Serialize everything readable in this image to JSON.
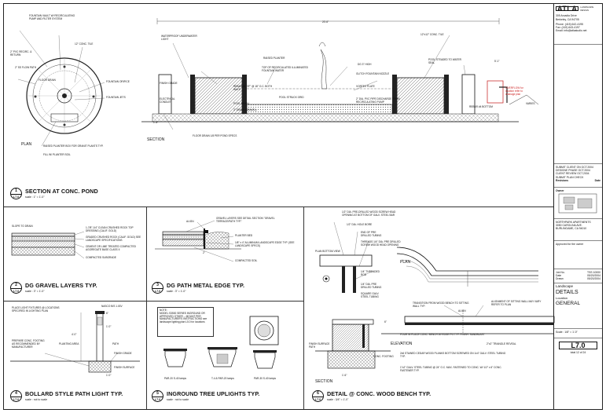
{
  "details": {
    "d1": {
      "num": "1",
      "sheet": "L7.0",
      "title": "SECTION AT CONC. POND",
      "scale": "scale : 1\" = 1'-0\""
    },
    "d2": {
      "num": "2",
      "sheet": "L7.0",
      "title": "DG GRAVEL LAYERS TYP.",
      "scale": "scale : 3\" = 1'-0\""
    },
    "d3": {
      "num": "3",
      "sheet": "L7.0",
      "title": "DG PATH METAL EDGE TYP.",
      "scale": "scale : 3\" = 1'-0\""
    },
    "d4": {
      "num": "4",
      "sheet": "L7.0",
      "title": "BOLLARD STYLE PATH LIGHT TYP.",
      "scale": "scale : not to scale"
    },
    "d5": {
      "num": "5",
      "sheet": "L7.0",
      "title": "INGROUND TREE UPLIGHTS TYP.",
      "scale": "scale : not to scale"
    },
    "d6": {
      "num": "6",
      "sheet": "L7.0",
      "title": "DETAIL @ CONC. WOOD BENCH TYP.",
      "scale": "scale : 3/4\" = 1'-0\""
    }
  },
  "pond": {
    "plan_label": "PLAN",
    "section_label": "SECTION",
    "plan_notes": [
      "FOUNTAIN VAULT W/ RECIRCULATING PUMP AND FILTER SYSTEM",
      "2\" PVC RECIRC. & RETURN",
      "12\" CONC. TILE",
      "2\" SS FLOW PATH",
      "FLOOR DRAIN",
      "FOUNTAIN ORIFICE",
      "FOUNTAIN JETS",
      "RAISED PLANTER BOX FOR GRANIT PLANTS TYP.",
      "FILL W/ PLANTER SOIL"
    ],
    "section_notes": [
      "WATERPROOF UNDERWATER LIGHT",
      "RAISED PLANTER",
      "TOP OF RECIRCULATED ILLUMINATED FOUNTAIN WATER",
      "ELECTRICAL CONDUIT",
      "REBAR #4 \"2F\" @ 18\" O.C. BOTH WAYS",
      "POOL STRUCK GRID",
      "FINISH GRADE",
      "POOL DRAIN",
      "FLOOR DRAIN 1/8 PER POND SPECS",
      "3\" DRAIN (GRAVEL)",
      "DG 3\" HIGH",
      "2\" DIA. PVC PIPE DISCHARGE FROM RECIRCULATING PUMP",
      "VORTEX PLATE",
      "GLITCH FOUNTAIN NOZZLE",
      "12\"x12\" CONC. TILE",
      "POOL STEADED TO WATER SEAL",
      "OVERFLOW for location refer to drainage plan",
      "REBAR #4 BOTTOM",
      "VARIES"
    ],
    "dims": [
      "20'-6\"",
      "1'-8\"",
      "5'-1\""
    ]
  },
  "gravel": {
    "notes": [
      "SLOPE TO DRAIN",
      "1-7/8\"-1/4\" CLEAN CRUSHED ROCK TOP DRESSING (CALIF. GOLD)",
      "GRADED CRUSHED ROCK (CALIF. GOLD) SEE LANDSCAPE SPECIFICATIONS",
      "CEMENT OR LIME TREATED COMPACTED AGGREGATE BASE CLASS II",
      "COMPACTED SUBGRADE"
    ]
  },
  "edge": {
    "notes": [
      "GRAVEL LAYERS SEE DETAIL SECTION \"GRAVEL TERRACE/PATH TYP.\"",
      "ALIGN",
      "PLANTER BED",
      "1/8\" x 4\" ALUMINUM LANDSCAPE EDGE TYP. (SEE LANDSCAPE SPECS)",
      "COMPACTED SOIL",
      "2\""
    ]
  },
  "light": {
    "notes": [
      "PLACE LIGHT FIXTURES @ LOCATIONS SPECIFIED IN LIGHTING PLAN",
      "NASCO B/S 1.03V",
      "PREPARE CONC. FOOTING AS RECOMMENDED BY MANUFACTURER",
      "PLANTING AREA",
      "PATH",
      "FINISH GRADE",
      "6\"",
      "1'-0\"",
      "4'-0\"",
      "1'-0\"",
      "FINISH SURFACE"
    ]
  },
  "uplight": {
    "notes": [
      "NOTE:",
      "MODEL S3500 SERIES INGROUND OR APPROVED OTHER -- MOUNT PER MANUFACTURER'S INSTRUCTIONS see landscape lighting plan L5.0 for locations"
    ],
    "captions": [
      "PAR-20 S-40 lamps",
      "T-4 & PAR-20 lamps",
      "PAR-30 S-40 lamps"
    ]
  },
  "bench": {
    "labels": {
      "plan": "PLAN",
      "elevation": "ELEVATION",
      "section": "SECTION"
    },
    "notes": [
      "1/2\" DIA. PRE-DRILLED WOOD SCREW HEAD OPENING AT BOTTOM OF GALV. STEEL BAR",
      "1/2\" DIA. HOLE BORE",
      "END OF PRE DRILLED TUBING",
      "THREADS 1/4\" DIA. PRE DRILLED SCREW WOOD HEAD OPENING",
      "PLAN BOTTOM VIEW",
      "1/4\" THREADED ROD",
      "1/4\" DIA. PRE DRILLED TUBING",
      "SQUARE GALV. STEEL TUBING",
      "TRANSITION FROM WOOD BENCH TO SITTING WALL TYP.",
      "ALIGNMENT OF SITTING WALL MAY VARY REFER TO PLAN",
      "ALIGN",
      "POUR IN PLACE CONC. BENCH W/ EDGE PG TYP. FINISH: SANDBLAST",
      "2\"x2\" TRIANGLE REVEAL",
      "2x6 STAINED CEDAR WOOD PLANKS BOTTOM SCREWED ON 1x4\" GALV. STEEL TUBING TYP.",
      "1\"x2\" GALV. STEEL TUBING @ 24\" O.C. MAX. FASTENED TO CONC. W/ 1/2\" x 6\" CONC. FASTENER TYP.",
      "FINISH SURFACE PATH",
      "CONC. FOOTING",
      "1'-6\"",
      "6\""
    ]
  },
  "titleblock": {
    "firm_mark": "ATLA",
    "firm_sub": "LANDSCAPE DESIGN",
    "firm_addr": [
      "305 Arcadia Drive",
      "Berkeley, CA 94705"
    ],
    "firm_contact": [
      "Phone: (415) 642-4195",
      "Fax: (415) 643-4197",
      "Email: info@atlastudio.net"
    ],
    "revisions": [
      "SUBMIT CLIENT ON OCT.2004",
      "DESIGNE PHASE OCT.2004",
      "CLIENT REVIEW OCT.2004",
      "SUBMIT PLAN CHECK"
    ],
    "revisions_label": "Revisions",
    "date_label": "Date",
    "owner_label": "Owner",
    "project": [
      "NORTHPARK APARTMENTS",
      "3050 CAROLINA AVE.",
      "BURLINGAME, CA 94010"
    ],
    "approved": "Approved for the owner",
    "job_no_label": "Job No.",
    "job_no": "TSS 10000",
    "date_k": "Date",
    "date_v": "05/20/2004",
    "drawn_k": "Drawn",
    "drawn_v": "05/20/2004",
    "discipline": "Landscape",
    "sheet_name_1": "DETAILS",
    "loc_label": "Location",
    "sheet_name_2": "GENERAL",
    "scale_label": "Scale : 1/8\" = 1'-0\"",
    "sheet_no": "L7.0",
    "sheet_of": "total 12 of 24"
  }
}
